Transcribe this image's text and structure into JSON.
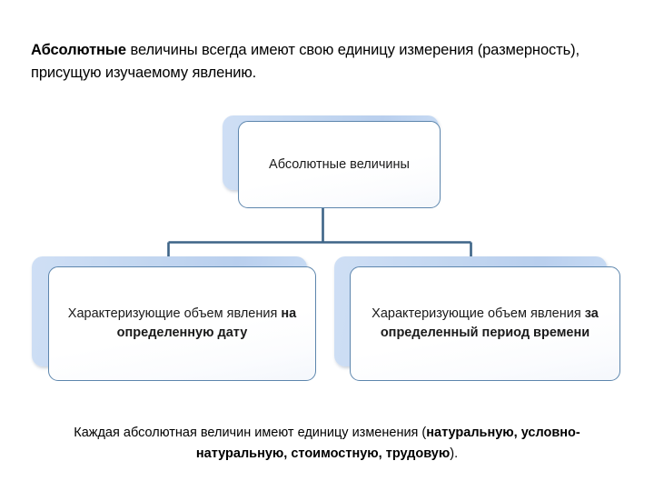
{
  "slide": {
    "intro": {
      "lead": "Абсолютные",
      "rest": " величины всегда имеют свою единицу измерения (размерность), присущую изучаемому явлению."
    },
    "caption": {
      "normal_prefix": "Каждая абсолютная величин  имеют единицу изменения (",
      "bold": "натуральную, условно-натуральную, стоимостную, трудовую",
      "normal_suffix": ")."
    },
    "diagram": {
      "type": "hierarchy",
      "accent_color": "#3d6487",
      "plate_color": "#c2d6f0",
      "card_border_color": "#5d86ad",
      "card_fill_color": "#ffffff",
      "root": {
        "label": "Абсолютные величины"
      },
      "children": [
        {
          "id": "left",
          "normal_prefix": "Характеризующие объем явления ",
          "bold": "на определенную дату",
          "normal_suffix": ""
        },
        {
          "id": "right",
          "normal_prefix": "Характеризующие  объем явления ",
          "bold": "за определенный период времени",
          "normal_suffix": ""
        }
      ]
    }
  }
}
